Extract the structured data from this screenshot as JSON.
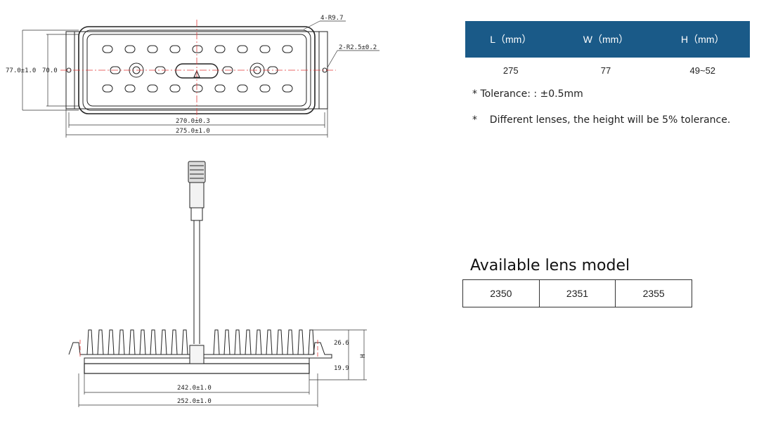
{
  "drawing": {
    "top_view": {
      "dim_total_length": "275.0±1.0",
      "dim_inner_length": "270.0±0.3",
      "dim_total_width": "77.0±1.0",
      "dim_inner_width": "70.0",
      "callout_corner_radius": "4-R9.7",
      "callout_slot_radius": "2-R2.5±0.2"
    },
    "side_view": {
      "dim_fin_height": "26.6",
      "dim_base_height": "19.9",
      "dim_total_height": "H",
      "dim_inner_base": "242.0±1.0",
      "dim_outer_base": "252.0±1.0"
    }
  },
  "spec_table": {
    "headers": [
      "L（mm）",
      "W（mm）",
      "H（mm）"
    ],
    "values": [
      "275",
      "77",
      "49~52"
    ],
    "header_color": "#1a5a88"
  },
  "notes": [
    "* Tolerance: : ±0.5mm",
    "*    Different lenses, the height will be 5% tolerance."
  ],
  "lens": {
    "title": "Available lens model",
    "models": [
      "2350",
      "2351",
      "2355"
    ]
  }
}
